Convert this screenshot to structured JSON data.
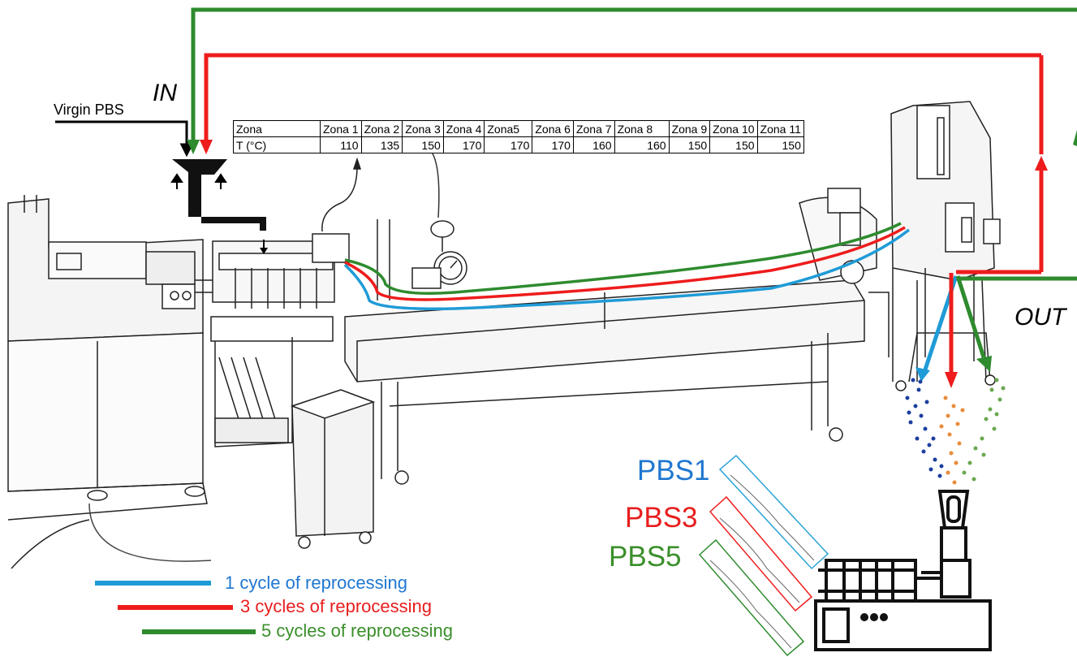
{
  "labels": {
    "in": "IN",
    "out": "OUT",
    "virgin": "Virgin PBS"
  },
  "table": {
    "header": [
      "Zona",
      "Zona 1",
      "Zona 2",
      "Zona 3",
      "Zona 4",
      "Zona5",
      "Zona 6",
      "Zona 7",
      "Zona 8",
      "Zona 9",
      "Zona 10",
      "Zona 11"
    ],
    "values": [
      "T (°C)",
      "110",
      "135",
      "150",
      "170",
      "170",
      "170",
      "160",
      "160",
      "150",
      "150",
      "150"
    ]
  },
  "samples": {
    "pbs1": "PBS1",
    "pbs3": "PBS3",
    "pbs5": "PBS5"
  },
  "legend": {
    "cycle1": "1 cycle of reprocessing",
    "cycle3": "3 cycles of reprocessing",
    "cycle5": "5 cycles of reprocessing"
  },
  "colors": {
    "blue": "#1f9bd7",
    "red": "#ee1c1c",
    "green": "#2e8b2e"
  }
}
